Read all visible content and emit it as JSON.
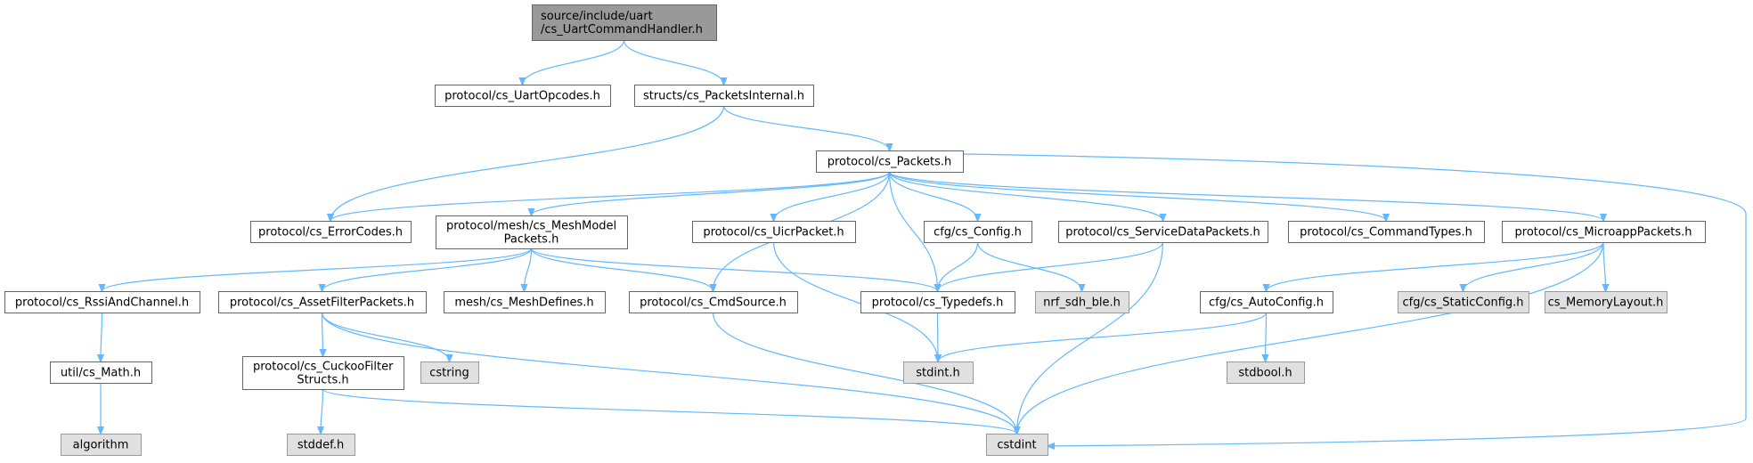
{
  "diagram": {
    "colors": {
      "root_fill": "#999999",
      "root_stroke": "#666666",
      "node_fill": "#ffffff",
      "node_stroke": "#666666",
      "external_fill": "#e0e0e0",
      "external_stroke": "#999999",
      "edge": "#63b8ff"
    },
    "nodes": [
      {
        "id": "root",
        "kind": "root",
        "lines": [
          "source/include/uart",
          "/cs_UartCommandHandler.h"
        ]
      },
      {
        "id": "uartop",
        "kind": "file",
        "lines": [
          "protocol/cs_UartOpcodes.h"
        ]
      },
      {
        "id": "pktint",
        "kind": "file",
        "lines": [
          "structs/cs_PacketsInternal.h"
        ]
      },
      {
        "id": "packets",
        "kind": "file",
        "lines": [
          "protocol/cs_Packets.h"
        ]
      },
      {
        "id": "errcodes",
        "kind": "file",
        "lines": [
          "protocol/cs_ErrorCodes.h"
        ]
      },
      {
        "id": "meshmodel",
        "kind": "file",
        "lines": [
          "protocol/mesh/cs_MeshModel",
          "Packets.h"
        ]
      },
      {
        "id": "uicr",
        "kind": "file",
        "lines": [
          "protocol/cs_UicrPacket.h"
        ]
      },
      {
        "id": "config",
        "kind": "file",
        "lines": [
          "cfg/cs_Config.h"
        ]
      },
      {
        "id": "svcdata",
        "kind": "file",
        "lines": [
          "protocol/cs_ServiceDataPackets.h"
        ]
      },
      {
        "id": "cmdtypes",
        "kind": "file",
        "lines": [
          "protocol/cs_CommandTypes.h"
        ]
      },
      {
        "id": "microapp",
        "kind": "file",
        "lines": [
          "protocol/cs_MicroappPackets.h"
        ]
      },
      {
        "id": "rssi",
        "kind": "file",
        "lines": [
          "protocol/cs_RssiAndChannel.h"
        ]
      },
      {
        "id": "assetfilter",
        "kind": "file",
        "lines": [
          "protocol/cs_AssetFilterPackets.h"
        ]
      },
      {
        "id": "meshdefines",
        "kind": "file",
        "lines": [
          "mesh/cs_MeshDefines.h"
        ]
      },
      {
        "id": "cmdsource",
        "kind": "file",
        "lines": [
          "protocol/cs_CmdSource.h"
        ]
      },
      {
        "id": "typedefs",
        "kind": "file",
        "lines": [
          "protocol/cs_Typedefs.h"
        ]
      },
      {
        "id": "nrfsdh",
        "kind": "external",
        "lines": [
          "nrf_sdh_ble.h"
        ]
      },
      {
        "id": "autoconfig",
        "kind": "file",
        "lines": [
          "cfg/cs_AutoConfig.h"
        ]
      },
      {
        "id": "staticconfig",
        "kind": "external",
        "lines": [
          "cfg/cs_StaticConfig.h"
        ]
      },
      {
        "id": "memlayout",
        "kind": "external",
        "lines": [
          "cs_MemoryLayout.h"
        ]
      },
      {
        "id": "math",
        "kind": "file",
        "lines": [
          "util/cs_Math.h"
        ]
      },
      {
        "id": "cuckoo",
        "kind": "file",
        "lines": [
          "protocol/cs_CuckooFilter",
          "Structs.h"
        ]
      },
      {
        "id": "cstring",
        "kind": "external",
        "lines": [
          "cstring"
        ]
      },
      {
        "id": "stdint",
        "kind": "external",
        "lines": [
          "stdint.h"
        ]
      },
      {
        "id": "stdbool",
        "kind": "external",
        "lines": [
          "stdbool.h"
        ]
      },
      {
        "id": "algorithm",
        "kind": "external",
        "lines": [
          "algorithm"
        ]
      },
      {
        "id": "stddef",
        "kind": "external",
        "lines": [
          "stddef.h"
        ]
      },
      {
        "id": "cstdint",
        "kind": "external",
        "lines": [
          "cstdint"
        ]
      }
    ],
    "edges": [
      [
        "root",
        "uartop"
      ],
      [
        "root",
        "pktint"
      ],
      [
        "pktint",
        "errcodes"
      ],
      [
        "pktint",
        "packets"
      ],
      [
        "packets",
        "errcodes"
      ],
      [
        "packets",
        "meshmodel"
      ],
      [
        "packets",
        "cmdsource"
      ],
      [
        "packets",
        "uicr"
      ],
      [
        "packets",
        "typedefs"
      ],
      [
        "packets",
        "config"
      ],
      [
        "packets",
        "svcdata"
      ],
      [
        "packets",
        "cmdtypes"
      ],
      [
        "packets",
        "microapp"
      ],
      [
        "packets",
        "cstdint"
      ],
      [
        "meshmodel",
        "rssi"
      ],
      [
        "meshmodel",
        "assetfilter"
      ],
      [
        "meshmodel",
        "meshdefines"
      ],
      [
        "meshmodel",
        "cmdsource"
      ],
      [
        "meshmodel",
        "typedefs"
      ],
      [
        "uicr",
        "stdint"
      ],
      [
        "config",
        "typedefs"
      ],
      [
        "config",
        "nrfsdh"
      ],
      [
        "svcdata",
        "typedefs"
      ],
      [
        "svcdata",
        "cstdint"
      ],
      [
        "microapp",
        "autoconfig"
      ],
      [
        "microapp",
        "staticconfig"
      ],
      [
        "microapp",
        "memlayout"
      ],
      [
        "microapp",
        "cstdint"
      ],
      [
        "rssi",
        "math"
      ],
      [
        "math",
        "algorithm"
      ],
      [
        "assetfilter",
        "cuckoo"
      ],
      [
        "assetfilter",
        "cstring"
      ],
      [
        "assetfilter",
        "cstdint"
      ],
      [
        "cmdsource",
        "cstdint"
      ],
      [
        "typedefs",
        "stdint"
      ],
      [
        "autoconfig",
        "stdint"
      ],
      [
        "autoconfig",
        "stdbool"
      ],
      [
        "cuckoo",
        "stddef"
      ],
      [
        "cuckoo",
        "cstdint"
      ]
    ]
  }
}
